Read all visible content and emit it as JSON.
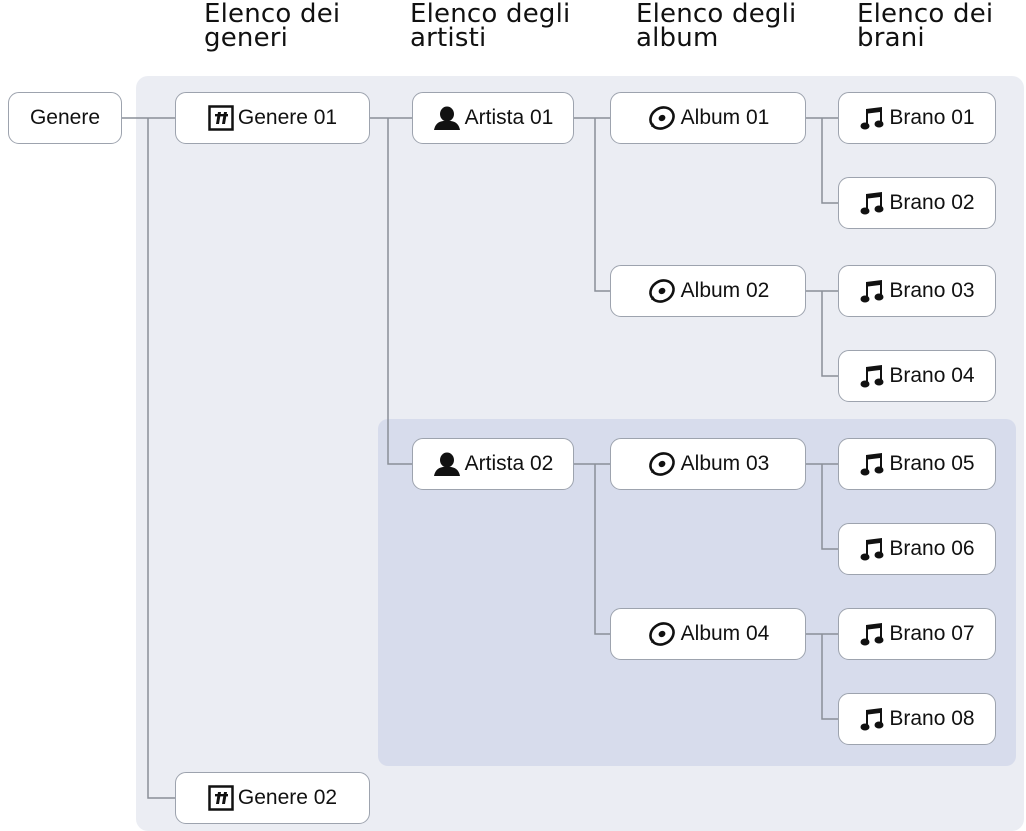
{
  "headers": {
    "genres": [
      "Elenco dei",
      "generi"
    ],
    "artists": [
      "Elenco degli",
      "artisti"
    ],
    "albums": [
      "Elenco degli",
      "album"
    ],
    "tracks": [
      "Elenco dei",
      "brani"
    ]
  },
  "root": {
    "label": "Genere"
  },
  "genres": [
    {
      "label": "Genere 01",
      "icon": "genre-icon"
    },
    {
      "label": "Genere 02",
      "icon": "genre-icon"
    }
  ],
  "artists": [
    {
      "label": "Artista 01",
      "icon": "artist-icon"
    },
    {
      "label": "Artista 02",
      "icon": "artist-icon"
    }
  ],
  "albums": [
    {
      "label": "Album 01",
      "icon": "album-icon"
    },
    {
      "label": "Album 02",
      "icon": "album-icon"
    },
    {
      "label": "Album 03",
      "icon": "album-icon"
    },
    {
      "label": "Album 04",
      "icon": "album-icon"
    }
  ],
  "tracks": [
    {
      "label": "Brano 01",
      "icon": "music-note-icon"
    },
    {
      "label": "Brano 02",
      "icon": "music-note-icon"
    },
    {
      "label": "Brano 03",
      "icon": "music-note-icon"
    },
    {
      "label": "Brano 04",
      "icon": "music-note-icon"
    },
    {
      "label": "Brano 05",
      "icon": "music-note-icon"
    },
    {
      "label": "Brano 06",
      "icon": "music-note-icon"
    },
    {
      "label": "Brano 07",
      "icon": "music-note-icon"
    },
    {
      "label": "Brano 08",
      "icon": "music-note-icon"
    }
  ],
  "colors": {
    "panel": "#ebedf3",
    "panel_highlight": "#d7dcec",
    "node_border": "#9da3ae",
    "connector": "#8a8f98"
  }
}
